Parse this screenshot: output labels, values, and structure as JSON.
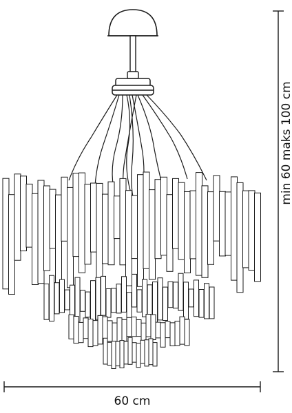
{
  "diagram": {
    "subject": "chandelier-line-drawing",
    "width_label": "60 cm",
    "height_label": "min 60 maks 100 cm",
    "line_color": "#1a1a1a",
    "background": "#ffffff"
  }
}
